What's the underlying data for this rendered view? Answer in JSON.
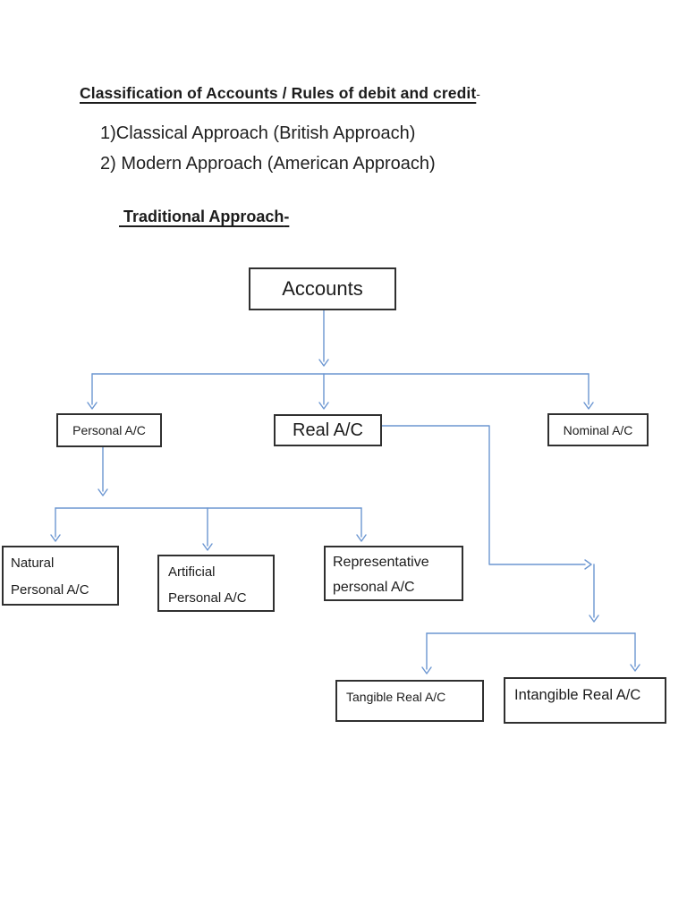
{
  "colors": {
    "connector_blue": "#6b96d1",
    "box_border": "#303030",
    "text": "#1c1c1c"
  },
  "document": {
    "title": "Classification of Accounts / Rules of debit and credit",
    "title_suffix": "-",
    "list_items": [
      "1)Classical Approach (British Approach)",
      "2) Modern Approach (American Approach)"
    ],
    "section_heading": " Traditional Approach",
    "section_heading_suffix": "-"
  },
  "diagram": {
    "root": {
      "label": "Accounts"
    },
    "level1": [
      {
        "label": "Personal A/C"
      },
      {
        "label": "Real A/C"
      },
      {
        "label": "Nominal A/C"
      }
    ],
    "personal_children": [
      {
        "line1": "Natural",
        "line2": "Personal A/C"
      },
      {
        "line1": "Artificial",
        "line2": "Personal A/C"
      },
      {
        "line1": "Representative",
        "line2": "personal A/C"
      }
    ],
    "real_children": [
      {
        "label": "Tangible Real A/C"
      },
      {
        "label": "Intangible Real A/C"
      }
    ]
  }
}
